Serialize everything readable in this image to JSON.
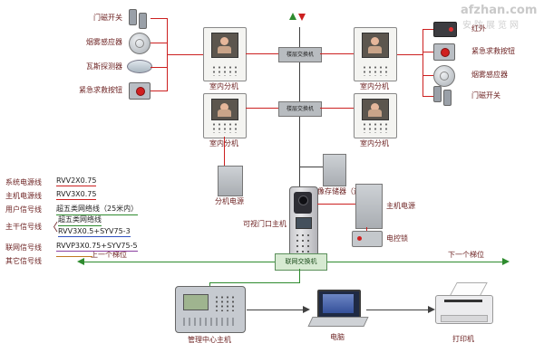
{
  "watermark": {
    "brand": "afzhan.com",
    "site": "安防展览网"
  },
  "left_sensors": {
    "items": [
      {
        "label": "门磁开关"
      },
      {
        "label": "烟雾感应器"
      },
      {
        "label": "瓦斯探测器"
      },
      {
        "label": "紧急求救按钮"
      }
    ]
  },
  "right_sensors": {
    "items": [
      {
        "label": "红外"
      },
      {
        "label": "紧急求救按钮"
      },
      {
        "label": "烟雾感应器"
      },
      {
        "label": "门磁开关"
      }
    ]
  },
  "devices": {
    "indoor_unit": "室内分机",
    "floor_switch": "楼层交换机",
    "extension_power": "分机电源",
    "image_storage": "图像存储器（选配）",
    "door_station": "可视门口主机",
    "host_power": "主机电源",
    "electric_lock": "电控锁",
    "network_switch": "联网交换机",
    "management_host": "管理中心主机",
    "computer": "电脑",
    "printer": "打印机"
  },
  "network_bus": {
    "prev": "上一个梯位",
    "next": "下一个梯位"
  },
  "legend": {
    "rows": [
      {
        "name": "系统电源线",
        "value": "RVV2X0.75",
        "color": "#cc2020"
      },
      {
        "name": "主机电源线",
        "value": "RVV3X0.75",
        "color": "#cc2020"
      },
      {
        "name": "用户信号线",
        "value": "超五类网络线（25米内）",
        "color": "#2e8b2e"
      },
      {
        "name": "主干信号线",
        "value": "超五类网络线",
        "value2": "RVV3X0.5+SYV75-3",
        "color": "#2e8b2e",
        "color2": "#3050c0"
      },
      {
        "name": "联网信号线",
        "value": "RVVP3X0.75+SYV75-5",
        "color": "#8a3fa0"
      },
      {
        "name": "其它信号线",
        "value": "",
        "color": "#c07a20"
      }
    ]
  },
  "colors": {
    "sensor_line": "#cc2020",
    "trunk_line": "#404040",
    "bus_line": "#2e8b2e"
  }
}
